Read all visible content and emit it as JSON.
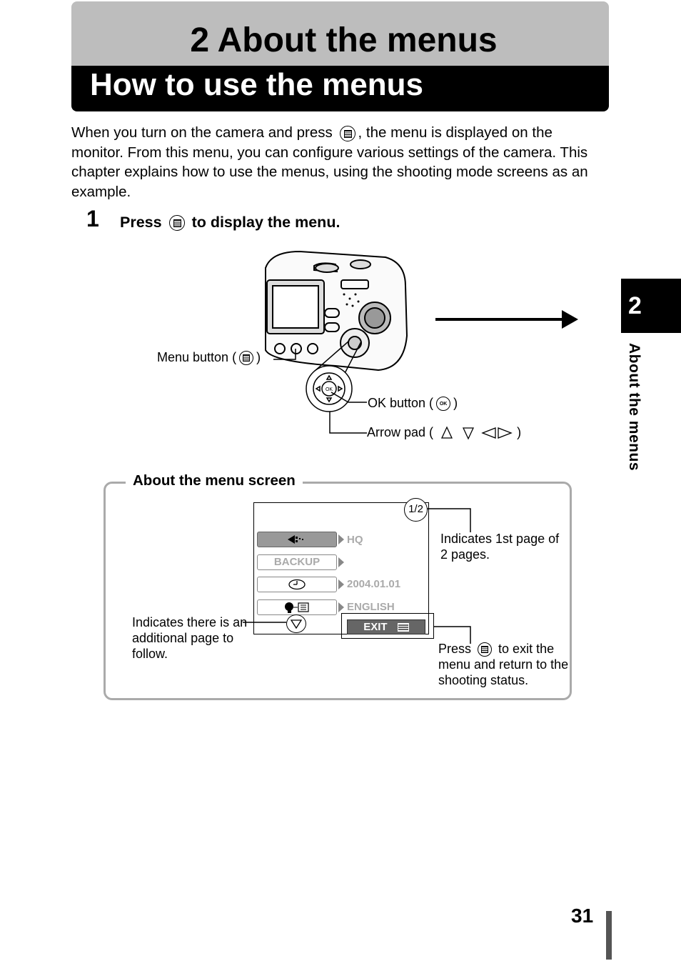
{
  "header": {
    "chapter_title": "2 About the menus",
    "section_title": "How to use the menus"
  },
  "intro": {
    "part1": "When you turn on the camera and press",
    "part2": ", the menu is displayed on the monitor. From this menu, you can configure various settings of the camera. This chapter explains how to use the menus, using the shooting mode screens as an example."
  },
  "step": {
    "number": "1",
    "text_before": "Press",
    "text_after": "to display the menu."
  },
  "camera_figure": {
    "menu_button_label": "Menu button (",
    "ok_button_label": "OK button (",
    "ok_icon_text": "OK",
    "arrow_pad_label": "Arrow pad (",
    "close_paren": ")"
  },
  "side_tab": {
    "number": "2",
    "label": "About the menus"
  },
  "info_box": {
    "title": "About the menu screen",
    "page_indicator": "1/2",
    "page_note": "Indicates 1st page of 2 pages.",
    "next_page_note": "Indicates there is an additional page to follow.",
    "exit_note_before": "Press",
    "exit_note_after": "to exit the menu and return to the shooting status.",
    "menu_items": [
      {
        "label": "",
        "value": "HQ",
        "icon": "image-quality-icon"
      },
      {
        "label": "BACKUP",
        "value": "",
        "icon": ""
      },
      {
        "label": "",
        "value": "2004.01.01",
        "icon": "clock-icon"
      },
      {
        "label": "",
        "value": "ENGLISH",
        "icon": "language-icon"
      }
    ],
    "exit_label": "EXIT"
  },
  "footer": {
    "page_number": "31"
  }
}
